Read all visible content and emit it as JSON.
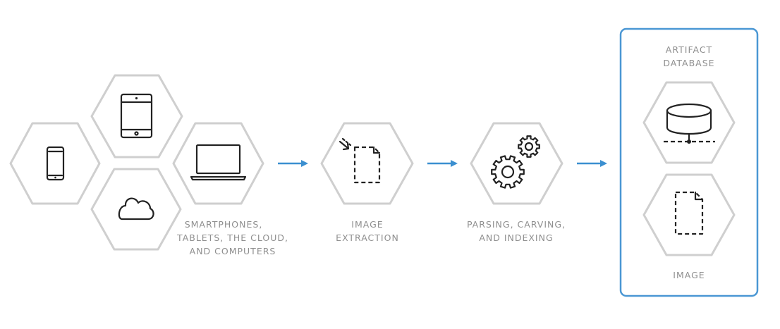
{
  "labels": {
    "sources_line1": "SMARTPHONES,",
    "sources_line2": "TABLETS, THE CLOUD,",
    "sources_line3": "AND COMPUTERS",
    "extraction_line1": "IMAGE",
    "extraction_line2": "EXTRACTION",
    "parsing_line1": "PARSING, CARVING,",
    "parsing_line2": "AND INDEXING",
    "database_line1": "ARTIFACT",
    "database_line2": "DATABASE",
    "image_label": "IMAGE"
  },
  "icons": [
    "smartphone-icon",
    "tablet-icon",
    "cloud-icon",
    "laptop-icon",
    "image-extraction-icon",
    "gears-icon",
    "database-icon",
    "document-icon"
  ],
  "colors": {
    "hexagon_stroke": "#cfcfcf",
    "arrow": "#3b8fd0",
    "panel_border": "#4a97d4",
    "label_text": "#8f8f8f",
    "icon": "#222222"
  }
}
